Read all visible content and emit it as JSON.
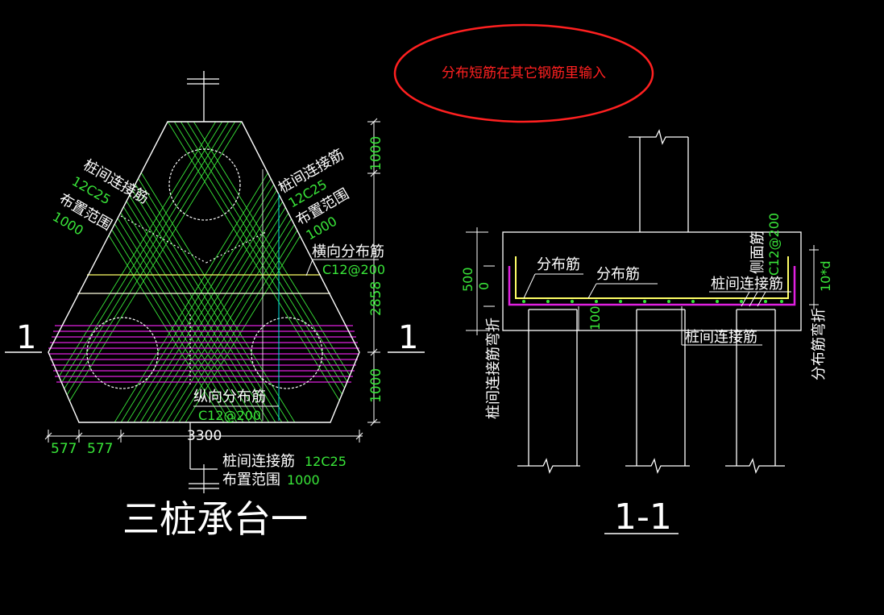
{
  "note_callout": "分布短筋在其它钢筋里输入",
  "plan": {
    "title": "三桩承台一",
    "section_mark_left": "1",
    "section_mark_right": "1",
    "left_bar_label": "桩间连接筋",
    "left_bar_spec": "12C25",
    "left_range_label": "布置范围",
    "left_range_value": "1000",
    "right_bar_label": "桩间连接筋",
    "right_bar_spec": "12C25",
    "right_range_label": "布置范围",
    "right_range_value": "1000",
    "transverse_label": "横向分布筋",
    "transverse_spec": "C12@200",
    "longitudinal_label": "纵向分布筋",
    "longitudinal_spec": "C12@200",
    "bottom_bar_label": "桩间连接筋",
    "bottom_bar_spec": "12C25",
    "bottom_range_label": "布置范围",
    "bottom_range_value": "1000",
    "dim_top": "1000",
    "dim_mid": "2858",
    "dim_bottom": "1000",
    "dim_left_1": "577",
    "dim_left_2": "577",
    "dim_width": "3300"
  },
  "section": {
    "title": "1-1",
    "label_dist_1": "分布筋",
    "label_dist_2": "分布筋",
    "label_side": "侧面筋",
    "side_spec": "C12@200",
    "label_conn_right": "桩间连接筋",
    "label_conn_bottom": "桩间连接筋",
    "label_conn_bend": "桩间连接筋弯折",
    "label_dist_bend": "分布筋弯折",
    "dim_500": "500",
    "dim_0": "0",
    "dim_100": "100",
    "dim_10d": "10*d"
  },
  "colors": {
    "background": "#000000",
    "line": "#ffffff",
    "green": "#39e639",
    "yellow": "#ffff66",
    "magenta": "#e020e0",
    "cyan": "#00e0e0",
    "red": "#ff2020"
  }
}
